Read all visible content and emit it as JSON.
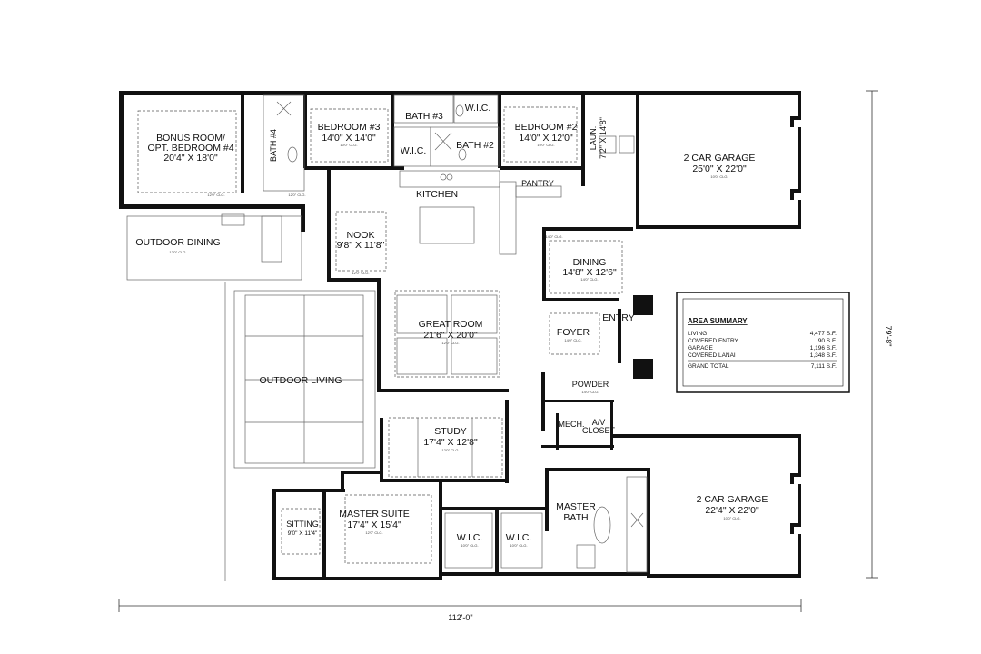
{
  "rooms": {
    "bonus": {
      "name1": "BONUS ROOM/",
      "name2": "OPT. BEDROOM #4",
      "size": "20'4\" X 18'0\""
    },
    "bath4": {
      "name": "BATH #4"
    },
    "bedroom3": {
      "name": "BEDROOM #3",
      "size": "14'0\" X 14'0\""
    },
    "bath3": {
      "name": "BATH #3"
    },
    "wic_top": {
      "name": "W.I.C."
    },
    "wic_mid": {
      "name": "W.I.C."
    },
    "bath2": {
      "name": "BATH #2"
    },
    "bedroom2": {
      "name": "BEDROOM #2",
      "size": "14'0\" X 12'0\""
    },
    "laundry": {
      "name": "LAUN.",
      "size": "7'2\" X 14'8\""
    },
    "garage_top": {
      "name": "2 CAR GARAGE",
      "size": "25'0\" X 22'0\""
    },
    "kitchen": {
      "name": "KITCHEN"
    },
    "pantry": {
      "name": "PANTRY"
    },
    "nook": {
      "name": "NOOK",
      "size": "9'8\" X 11'8\""
    },
    "outdoor_dining": {
      "name": "OUTDOOR DINING"
    },
    "dining": {
      "name": "DINING",
      "size": "14'8\" X 12'6\""
    },
    "great_room": {
      "name": "GREAT ROOM",
      "size": "21'6\" X 20'0\""
    },
    "foyer": {
      "name": "FOYER"
    },
    "entry": {
      "name": "ENTRY"
    },
    "outdoor_living": {
      "name": "OUTDOOR LIVING"
    },
    "powder": {
      "name": "POWDER"
    },
    "study": {
      "name": "STUDY",
      "size": "17'4\" X 12'8\""
    },
    "mech": {
      "name": "MECH."
    },
    "av": {
      "name1": "A/V",
      "name2": "CLOSET"
    },
    "garage_bottom": {
      "name": "2 CAR GARAGE",
      "size": "22'4\" X 22'0\""
    },
    "sitting": {
      "name": "SITTING",
      "size": "9'0\" X 11'4\""
    },
    "master_suite": {
      "name": "MASTER SUITE",
      "size": "17'4\" X 15'4\""
    },
    "wic_master1": {
      "name": "W.I.C."
    },
    "wic_master2": {
      "name": "W.I.C."
    },
    "master_bath": {
      "name1": "MASTER",
      "name2": "BATH"
    }
  },
  "dimensions": {
    "width": "112'-0\"",
    "depth": "79'-8\""
  },
  "area_summary": {
    "title": "AREA SUMMARY",
    "rows": [
      {
        "label": "LIVING",
        "value": "4,477 S.F."
      },
      {
        "label": "COVERED ENTRY",
        "value": "90 S.F."
      },
      {
        "label": "GARAGE",
        "value": "1,196 S.F."
      },
      {
        "label": "COVERED LANAI",
        "value": "1,348 S.F."
      }
    ],
    "total_label": "GRAND TOTAL",
    "total_value": "7,111 S.F."
  },
  "ceiling_notes": {
    "c12_0": "12'0\" CLG.",
    "c10_0": "10'0\" CLG.",
    "c14_0": "14'0\" CLG."
  }
}
